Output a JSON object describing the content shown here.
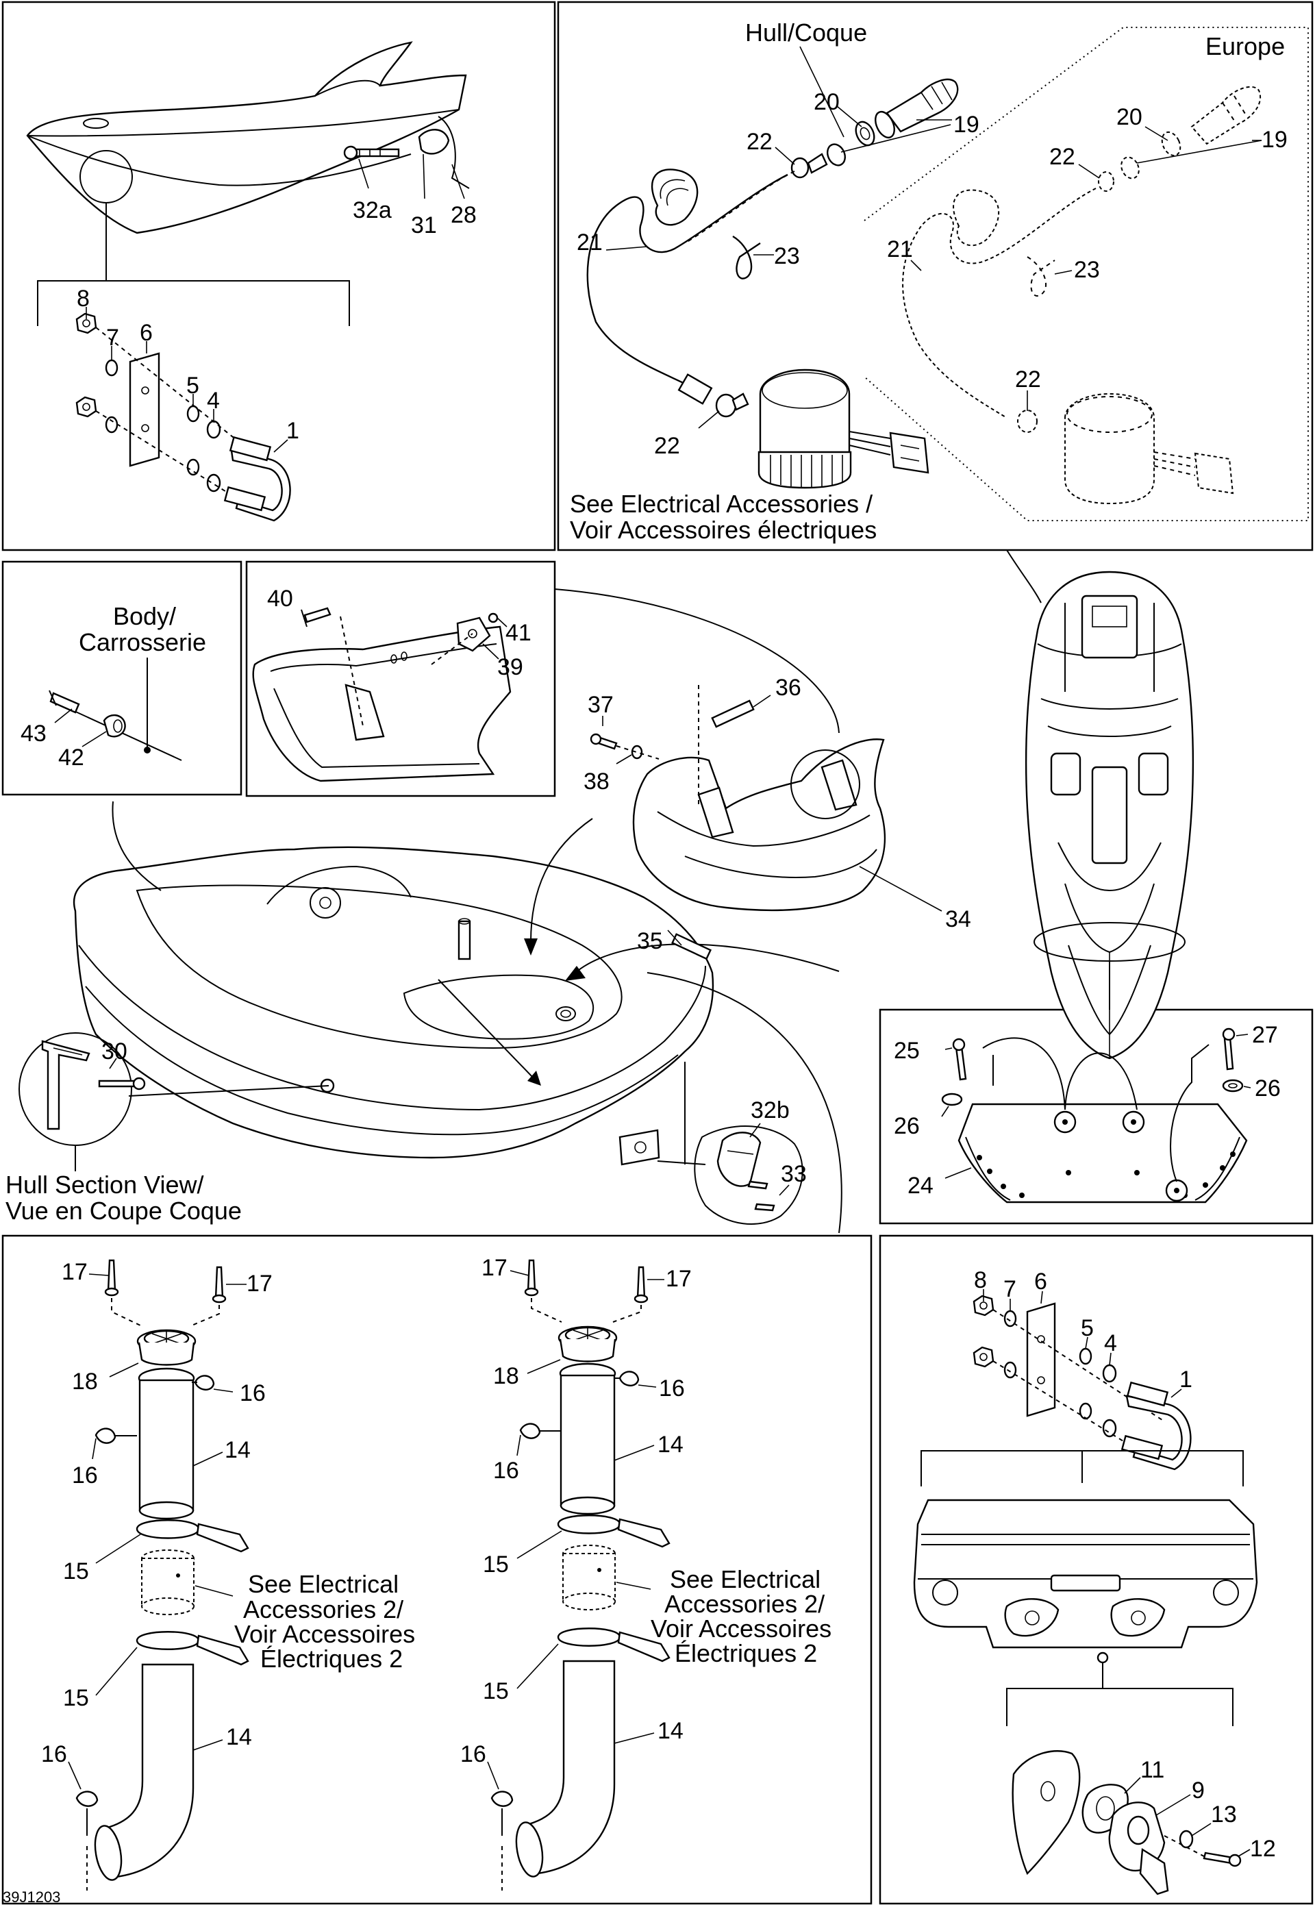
{
  "figure_code": "39J1203",
  "captions": {
    "hull": "Hull/Coque",
    "europe": "Europe",
    "see_elec_1": "See Electrical Accessories /",
    "see_elec_2": "Voir Accessoires électriques",
    "body_1": "Body/",
    "body_2": "Carrosserie",
    "hull_section_1": "Hull Section View/",
    "hull_section_2": "Vue en Coupe Coque",
    "see_elec2_a_1": "See Electrical",
    "see_elec2_a_2": "Accessories 2/",
    "see_elec2_a_3": "Voir Accessoires",
    "see_elec2_a_4": "Électriques 2",
    "see_elec2_b_1": "See Electrical",
    "see_elec2_b_2": "Accessories 2/",
    "see_elec2_b_3": "Voir Accessoires",
    "see_elec2_b_4": "Électriques 2"
  },
  "callouts": {
    "p1": {
      "c8": "8",
      "c7": "7",
      "c6": "6",
      "c5": "5",
      "c4": "4",
      "c1": "1",
      "c32a": "32a",
      "c31": "31",
      "c28": "28"
    },
    "p2": {
      "c20": "20",
      "c19": "19",
      "c22a": "22",
      "c21": "21",
      "c23": "23",
      "c22b": "22",
      "c20e": "20",
      "c19e": "19",
      "c22e": "22",
      "c21e": "21",
      "c23e": "23",
      "c22f": "22"
    },
    "p3": {
      "c43": "43",
      "c42": "42"
    },
    "p4": {
      "c40": "40",
      "c41": "41",
      "c39": "39"
    },
    "p5": {
      "c37": "37",
      "c38": "38",
      "c36": "36",
      "c35": "35",
      "c34": "34",
      "c30": "30",
      "c32b": "32b",
      "c33": "33"
    },
    "p6": {
      "c25": "25",
      "c27": "27",
      "c26a": "26",
      "c26b": "26",
      "c24": "24"
    },
    "p7": {
      "c17a": "17",
      "c17b": "17",
      "c18": "18",
      "c16a": "16",
      "c16b": "16",
      "c14a": "14",
      "c15a": "15",
      "c15b": "15",
      "c14b": "14",
      "c16c": "16"
    },
    "p8": {
      "c17a": "17",
      "c17b": "17",
      "c18": "18",
      "c16a": "16",
      "c16b": "16",
      "c14a": "14",
      "c15a": "15",
      "c15b": "15",
      "c14b": "14",
      "c16c": "16"
    },
    "p9": {
      "c8": "8",
      "c7": "7",
      "c6": "6",
      "c5": "5",
      "c4": "4",
      "c1": "1",
      "c11": "11",
      "c9": "9",
      "c13": "13",
      "c12": "12"
    }
  }
}
